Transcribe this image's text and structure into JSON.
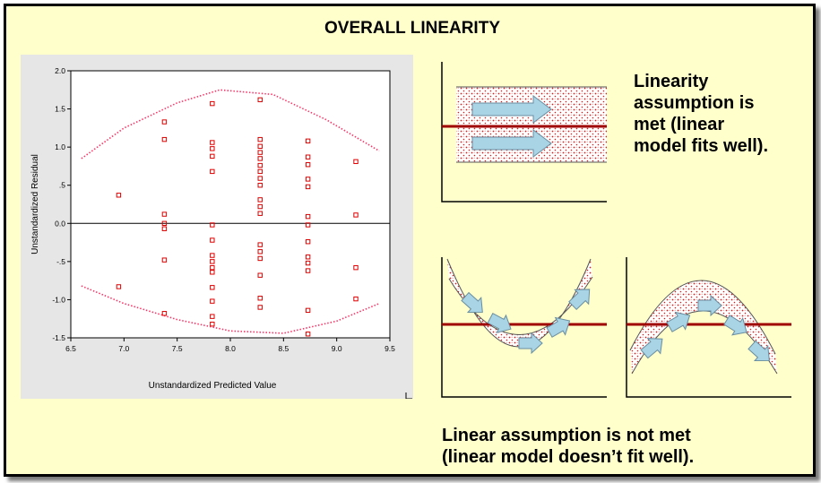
{
  "title": "OVERALL LINEARITY",
  "chart_data": {
    "type": "scatter",
    "xlabel": "Unstandardized Predicted Value",
    "ylabel": "Unstandardized Residual",
    "xlim": [
      6.5,
      9.5
    ],
    "ylim": [
      -1.5,
      2.0
    ],
    "xticks": [
      "6.5",
      "7.0",
      "7.5",
      "8.0",
      "8.5",
      "9.0",
      "9.5"
    ],
    "yticks": [
      "2.0",
      "1.5",
      "1.0",
      ".5",
      "0.0",
      "-.5",
      "-1.0",
      "-1.5"
    ],
    "points": [
      [
        6.95,
        0.37
      ],
      [
        6.95,
        -0.83
      ],
      [
        7.38,
        1.33
      ],
      [
        7.38,
        1.1
      ],
      [
        7.38,
        0.12
      ],
      [
        7.38,
        0.0
      ],
      [
        7.38,
        -0.07
      ],
      [
        7.38,
        -0.48
      ],
      [
        7.38,
        -1.18
      ],
      [
        7.83,
        1.57
      ],
      [
        7.83,
        1.06
      ],
      [
        7.83,
        0.98
      ],
      [
        7.83,
        0.88
      ],
      [
        7.83,
        0.68
      ],
      [
        7.83,
        -0.02
      ],
      [
        7.83,
        -0.22
      ],
      [
        7.83,
        -0.42
      ],
      [
        7.83,
        -0.5
      ],
      [
        7.83,
        -0.58
      ],
      [
        7.83,
        -0.64
      ],
      [
        7.83,
        -0.84
      ],
      [
        7.83,
        -1.02
      ],
      [
        7.83,
        -1.22
      ],
      [
        7.83,
        -1.32
      ],
      [
        8.28,
        1.62
      ],
      [
        8.28,
        1.1
      ],
      [
        8.28,
        1.01
      ],
      [
        8.28,
        0.93
      ],
      [
        8.28,
        0.85
      ],
      [
        8.28,
        0.76
      ],
      [
        8.28,
        0.68
      ],
      [
        8.28,
        0.59
      ],
      [
        8.28,
        0.5
      ],
      [
        8.28,
        0.31
      ],
      [
        8.28,
        0.22
      ],
      [
        8.28,
        0.13
      ],
      [
        8.28,
        -0.28
      ],
      [
        8.28,
        -0.37
      ],
      [
        8.28,
        -0.46
      ],
      [
        8.28,
        -0.68
      ],
      [
        8.28,
        -0.98
      ],
      [
        8.28,
        -1.1
      ],
      [
        8.73,
        1.08
      ],
      [
        8.73,
        0.87
      ],
      [
        8.73,
        0.77
      ],
      [
        8.73,
        0.58
      ],
      [
        8.73,
        0.48
      ],
      [
        8.73,
        0.09
      ],
      [
        8.73,
        -0.02
      ],
      [
        8.73,
        -0.24
      ],
      [
        8.73,
        -0.44
      ],
      [
        8.73,
        -0.52
      ],
      [
        8.73,
        -0.62
      ],
      [
        8.73,
        -1.14
      ],
      [
        8.73,
        -1.45
      ],
      [
        9.18,
        0.81
      ],
      [
        9.18,
        0.11
      ],
      [
        9.18,
        -0.58
      ],
      [
        9.18,
        -0.99
      ]
    ],
    "envelope_upper": [
      [
        6.6,
        0.85
      ],
      [
        7.0,
        1.25
      ],
      [
        7.5,
        1.58
      ],
      [
        7.9,
        1.75
      ],
      [
        8.4,
        1.69
      ],
      [
        8.9,
        1.36
      ],
      [
        9.4,
        0.95
      ]
    ],
    "envelope_lower": [
      [
        6.6,
        -0.82
      ],
      [
        7.0,
        -1.05
      ],
      [
        7.5,
        -1.26
      ],
      [
        8.0,
        -1.41
      ],
      [
        8.5,
        -1.44
      ],
      [
        9.0,
        -1.28
      ],
      [
        9.4,
        -1.05
      ]
    ],
    "point_color": "#dd0000",
    "curve_color": "#ff3366"
  },
  "met_text": [
    "Linearity",
    "assumption is",
    "met (linear",
    "model fits well)."
  ],
  "notmet_text": [
    "Linear assumption is not met",
    "(linear model doesn’t fit well)."
  ],
  "colors": {
    "band_line": "#a00000",
    "arrow_fill": "#a8d4e6",
    "dot": "#cc2222"
  }
}
